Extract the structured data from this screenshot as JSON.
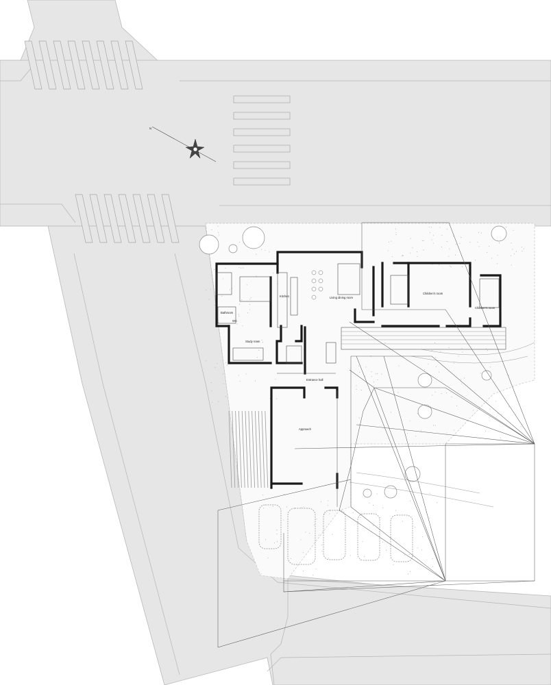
{
  "rooms": {
    "kitchen": "Kitchen",
    "living_dining": "Living dining room",
    "childrens_room_1": "Children's room",
    "childrens_room_2": "Children's room",
    "bathroom": "Bathroom",
    "wc": "WC",
    "study": "Study room",
    "entrance": "Entrance hall",
    "approach": "Approach"
  },
  "compass": {
    "north_mark": "N"
  }
}
